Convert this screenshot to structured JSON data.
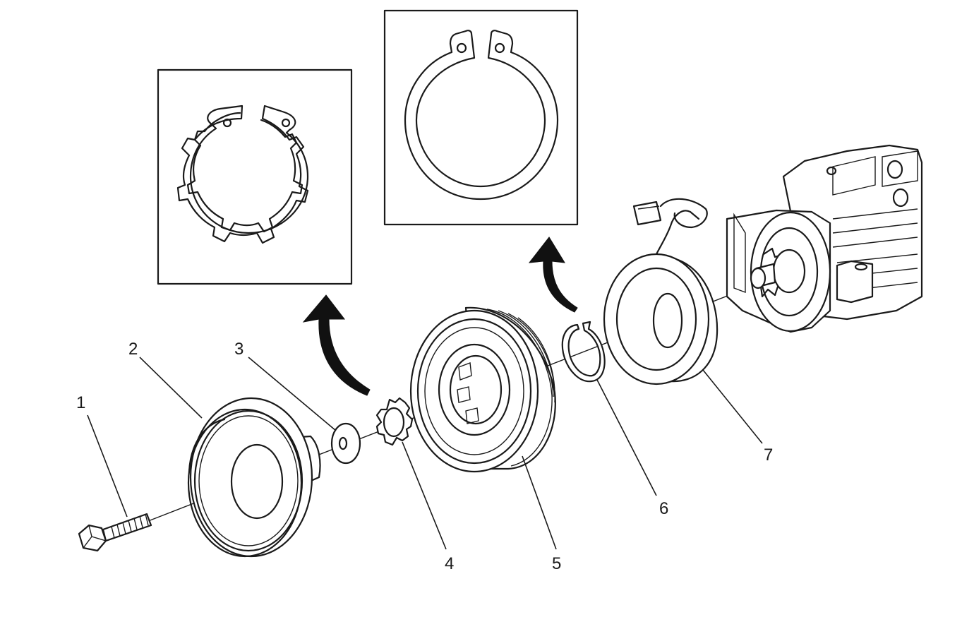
{
  "callouts": {
    "c1": "1",
    "c2": "2",
    "c3": "3",
    "c4": "4",
    "c5": "5",
    "c6": "6",
    "c7": "7"
  },
  "colors": {
    "line": "#1a1a1a",
    "background": "#ffffff",
    "arrow": "#111111"
  }
}
